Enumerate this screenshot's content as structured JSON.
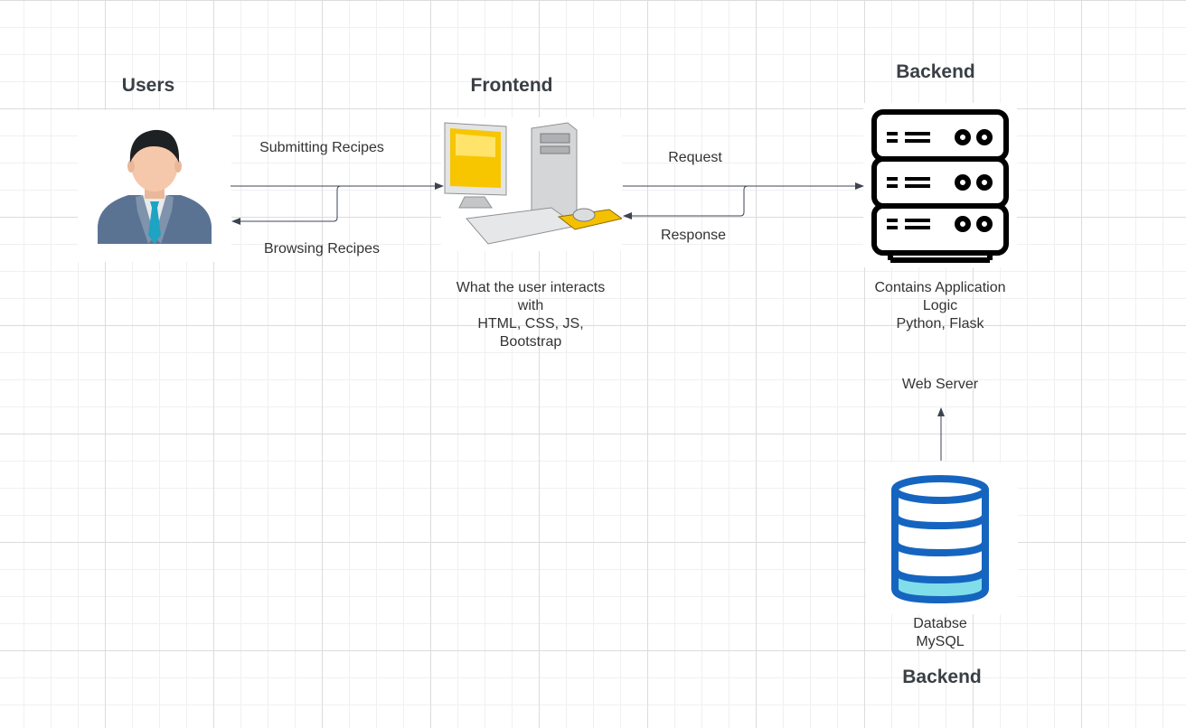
{
  "headings": {
    "users": "Users",
    "frontend": "Frontend",
    "backend_top": "Backend",
    "backend_bottom": "Backend"
  },
  "edges": {
    "submitting": "Submitting Recipes",
    "browsing": "Browsing Recipes",
    "request": "Request",
    "response": "Response",
    "web_server": "Web Server"
  },
  "frontend_desc": [
    "What the user interacts",
    "with",
    "HTML, CSS, JS,",
    "Bootstrap"
  ],
  "backend_desc": [
    "Contains Application",
    "Logic",
    "Python, Flask"
  ],
  "database_desc": [
    "Databse",
    "MySQL"
  ],
  "icons": {
    "user": "user-businessman-icon",
    "computer": "desktop-computer-icon",
    "server": "server-rack-icon",
    "database": "database-icon"
  },
  "colors": {
    "heading": "#3a3f45",
    "arrow": "#3d4450",
    "database": "#1565c0",
    "database_fill": "#80deea"
  }
}
